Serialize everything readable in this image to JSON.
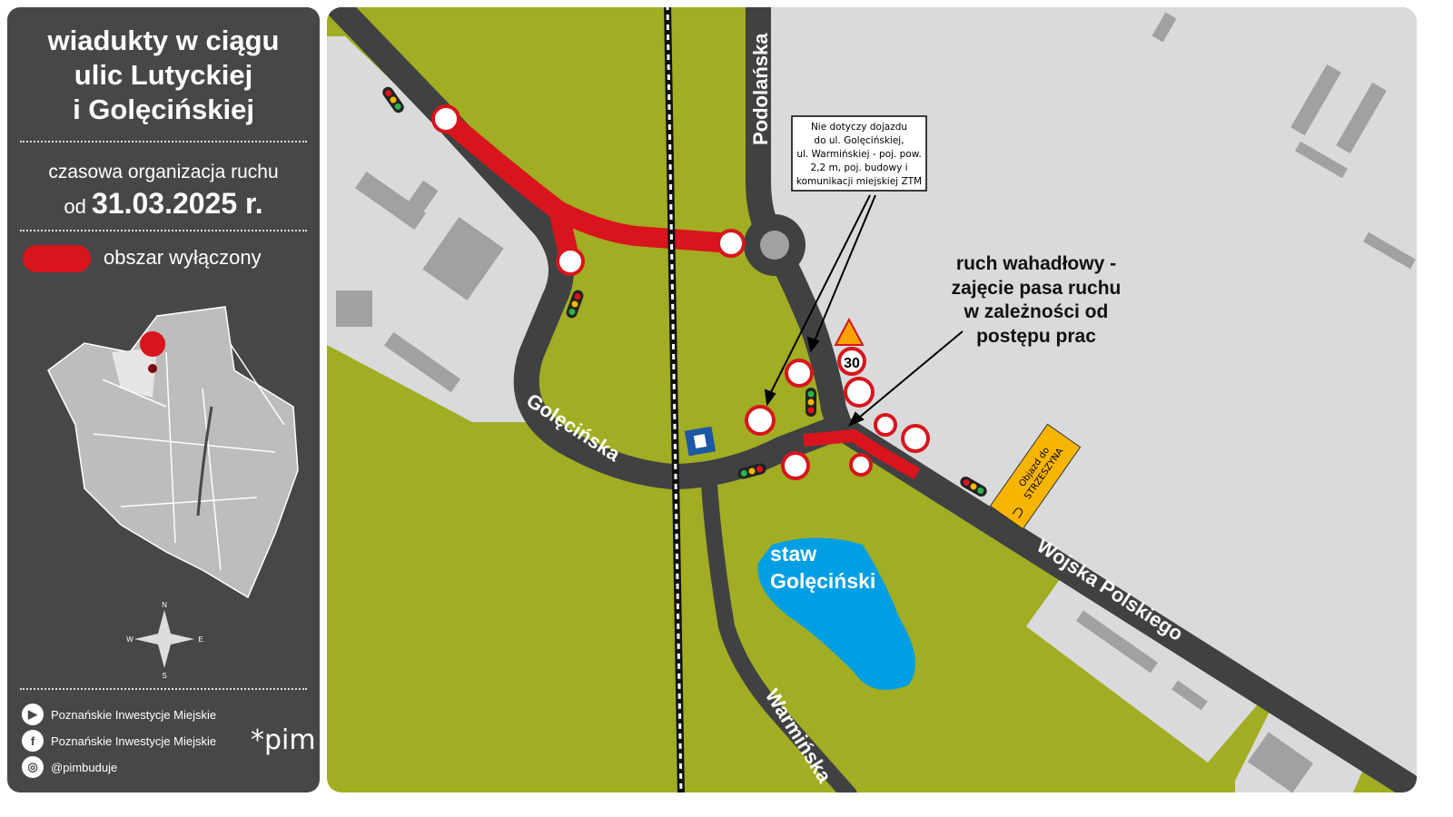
{
  "sidebar": {
    "title_lines": [
      "wiadukty w ciągu",
      "ulic Lutyckiej",
      "i Golęcińskiej"
    ],
    "subtitle": "czasowa organizacja ruchu",
    "date_prefix": "od",
    "date": "31.03.2025 r.",
    "legend_label": "obszar wyłączony",
    "compass": {
      "n": "N",
      "e": "E",
      "s": "S",
      "w": "W"
    },
    "social": [
      {
        "icon": "youtube-icon",
        "glyph": "▶",
        "label": "Poznańskie Inwestycje Miejskie"
      },
      {
        "icon": "facebook-icon",
        "glyph": "f",
        "label": "Poznańskie Inwestycje Miejskie"
      },
      {
        "icon": "instagram-icon",
        "glyph": "◎",
        "label": "@pimbuduje"
      }
    ],
    "logo": "*pim"
  },
  "map": {
    "streets": {
      "podolanska": "Podolańska",
      "golecinska": "Golęcińska",
      "wojska_polskiego": "Wojska Polskiego",
      "warminska": "Warmińska"
    },
    "pond_label": [
      "staw",
      "Golęciński"
    ],
    "note_lines": [
      "Nie dotyczy dojazdu",
      "do ul. Golęcińskiej,",
      "ul. Warmińskiej - poj. pow.",
      "2,2 m, poj. budowy i",
      "komunikacji miejskiej ZTM"
    ],
    "shuttle_note": [
      "ruch wahadłowy -",
      "zajęcie pasa ruchu",
      "w zależności od",
      "postępu prac"
    ],
    "speed_limit": "30",
    "detour_sign": [
      "Objazd do",
      "STRZESZYNA"
    ]
  },
  "colors": {
    "closed": "#d9141c",
    "grass": "#a1ad22",
    "road": "#3f4143",
    "urban": "#d9dadc",
    "water": "#009fe3",
    "panel": "#454749"
  }
}
